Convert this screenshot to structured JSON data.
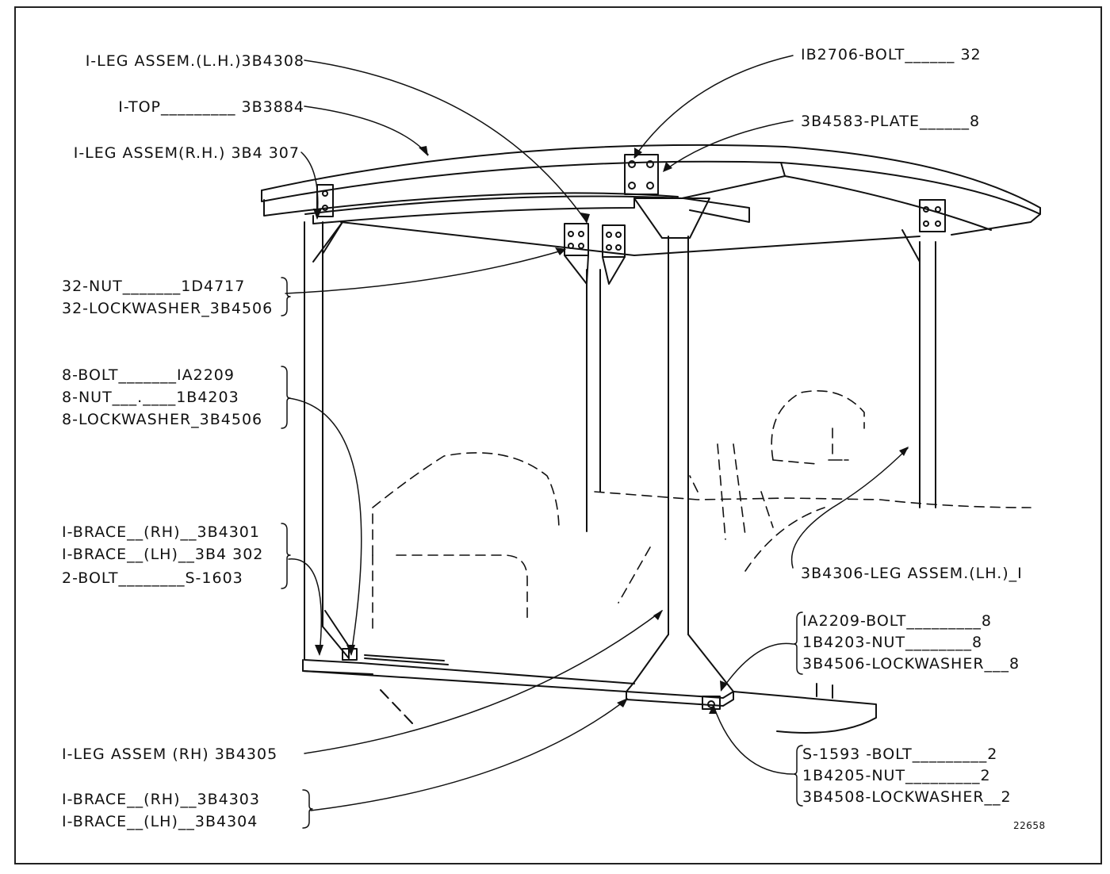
{
  "callouts": {
    "leg_lh_top": "I-LEG ASSEM.(L.H.)3B4308",
    "top": "I-TOP_________ 3B3884",
    "leg_rh_top": "I-LEG ASSEM(R.H.) 3B4 307",
    "nut_group": [
      "32-NUT_______1D4717",
      "32-LOCKWASHER_3B4506"
    ],
    "bolt_group": [
      "8-BOLT_______IA2209",
      "8-NUT___.____1B4203",
      "8-LOCKWASHER_3B4506"
    ],
    "brace_group": [
      "I-BRACE__(RH)__3B4301",
      "I-BRACE__(LH)__3B4 302",
      "2-BOLT________S-1603"
    ],
    "leg_rh_bottom": "I-LEG ASSEM (RH) 3B4305",
    "brace_bottom_group": [
      "I-BRACE__(RH)__3B4303",
      "I-BRACE__(LH)__3B4304"
    ],
    "bolt_top_right": "IB2706-BOLT______ 32",
    "plate": "3B4583-PLATE______8",
    "leg_lh_right": "3B4306-LEG ASSEM.(LH.)_I",
    "right_mid_group": [
      "IA2209-BOLT_________8",
      "1B4203-NUT________8",
      "3B4506-LOCKWASHER___8"
    ],
    "right_bottom_group": [
      "S-1593 -BOLT_________2",
      "1B4205-NUT_________2",
      "3B4508-LOCKWASHER__2"
    ]
  },
  "figure_number": "22658"
}
